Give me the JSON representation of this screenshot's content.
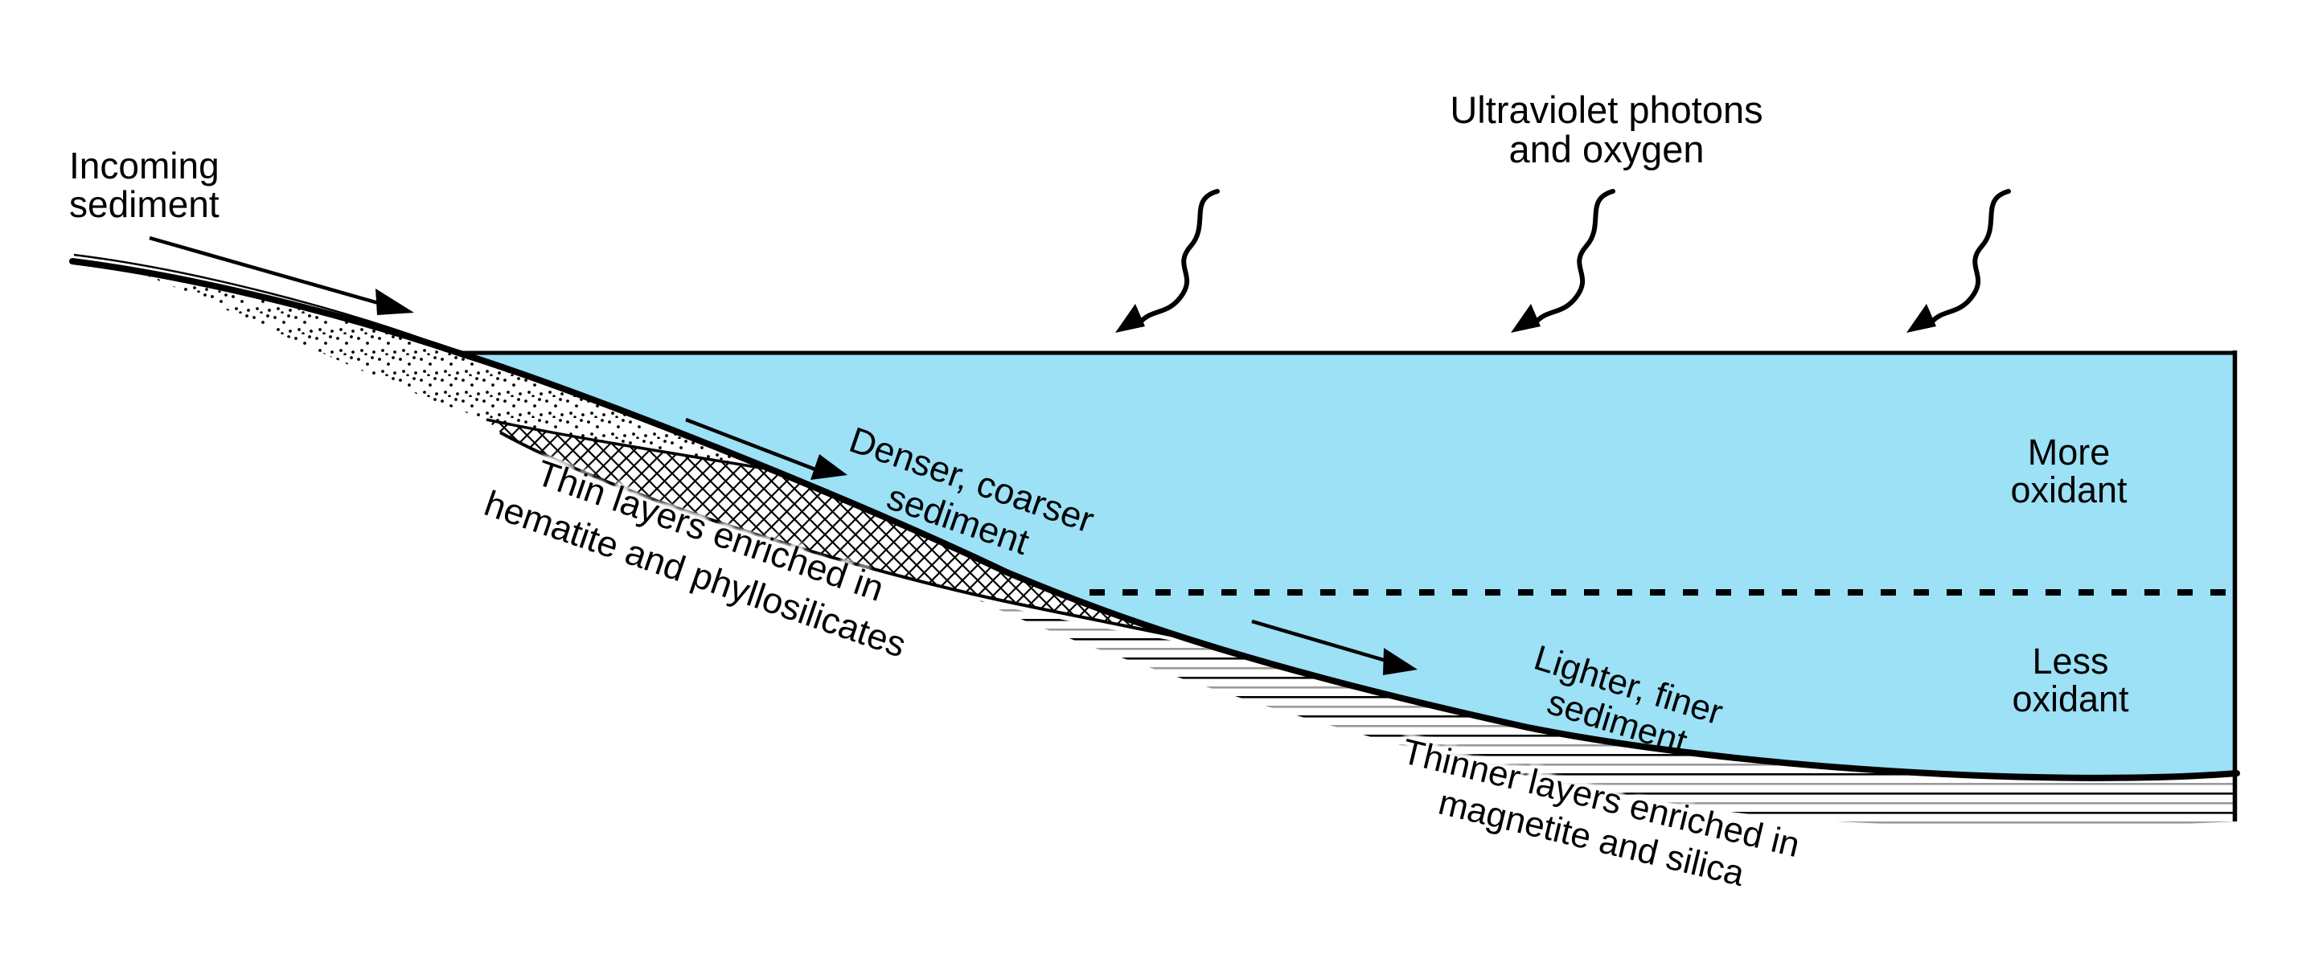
{
  "title": "Lake sedimentation and oxidant stratification cross-section diagram",
  "annotations": {
    "incoming_sediment": {
      "line1": "Incoming",
      "line2": "sediment"
    },
    "uv_oxygen": {
      "line1": "Ultraviolet photons",
      "line2": "and oxygen"
    },
    "denser_sediment": {
      "line1": "Denser, coarser",
      "line2": "sediment"
    },
    "lighter_sediment": {
      "line1": "Lighter, finer",
      "line2": "sediment"
    },
    "thin_layers": {
      "line1": "Thin layers enriched in",
      "line2": "hematite and phyllosilicates"
    },
    "thinner_layers": {
      "line1": "Thinner layers enriched in",
      "line2": "magnetite and silica"
    },
    "more_oxidant": {
      "line1": "More",
      "line2": "oxidant"
    },
    "less_oxidant": {
      "line1": "Less",
      "line2": "oxidant"
    }
  },
  "icons": {
    "wavy_arrows": "photon-squiggle-arrow-down (x3)",
    "incoming_arrow": "straight-downslope-arrow",
    "denser_arrow": "straight-downslope-arrow",
    "lighter_arrow": "straight-downslope-arrow"
  },
  "colors": {
    "water": "#9ce1f6",
    "line": "#000000",
    "stripe_gray": "#999999",
    "background": "#ffffff"
  }
}
